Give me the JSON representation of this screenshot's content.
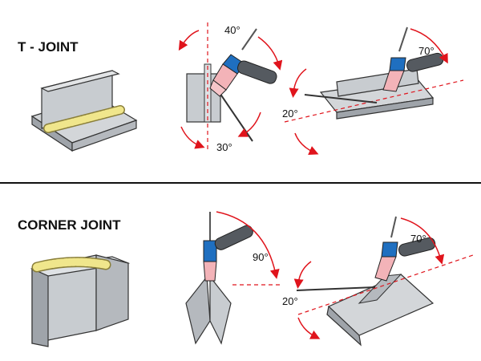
{
  "sections": [
    {
      "title": "T - JOINT",
      "angles": {
        "torch_vertical": "40°",
        "rod_vertical": "30°",
        "rod_horizontal": "20°",
        "torch_horizontal": "70°"
      }
    },
    {
      "title": "CORNER JOINT",
      "angles": {
        "torch_vertical": "90°",
        "rod_horizontal": "20°",
        "torch_horizontal": "70°"
      }
    }
  ],
  "colors": {
    "metal": "#c8ccd0",
    "metal_dark": "#9fa4aa",
    "weld_bead": "#f0e68c",
    "torch_blue": "#1f6fc0",
    "torch_pink": "#f3b3b8",
    "handle": "#555a60",
    "arrow_red": "#e0141c",
    "divider": "#111111"
  }
}
